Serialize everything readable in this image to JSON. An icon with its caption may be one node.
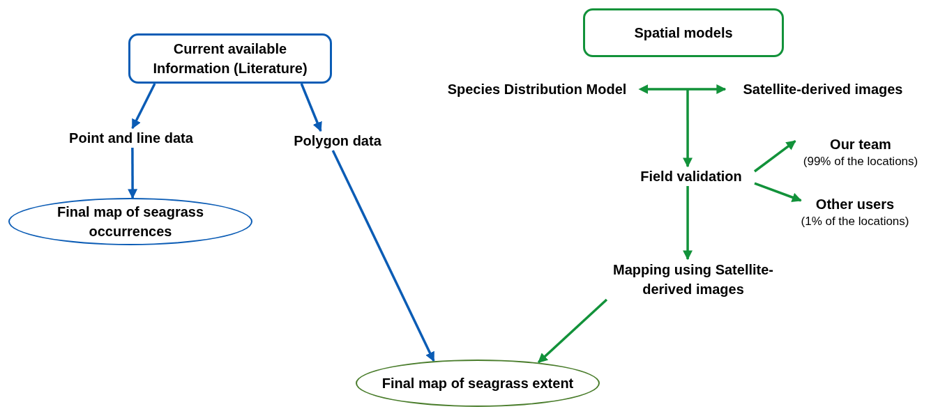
{
  "diagram": {
    "nodes": [
      {
        "text": [
          "Current available Information (Literature)"
        ]
      },
      {
        "text": [
          "Point and line data"
        ]
      },
      {
        "text": [
          "Polygon data"
        ]
      },
      {
        "text": [
          "Final map of seagrass occurrences"
        ]
      },
      {
        "text": [
          "Spatial models"
        ]
      },
      {
        "text": [
          "Species Distribution Model"
        ]
      },
      {
        "text": [
          "Satellite-derived images"
        ]
      },
      {
        "text": [
          "Field validation"
        ]
      },
      {
        "text": [
          "Our team",
          "(99% of the locations)"
        ]
      },
      {
        "text": [
          "Other users",
          "(1% of the locations)"
        ]
      },
      {
        "text": [
          "Mapping using Satellite-derived images"
        ]
      },
      {
        "text": [
          "Final map of seagrass extent"
        ]
      }
    ],
    "edges": [
      {
        "from": 0,
        "to": 1,
        "arrow": "to",
        "color": "#0b5cb5"
      },
      {
        "from": 0,
        "to": 2,
        "arrow": "to",
        "color": "#0b5cb5"
      },
      {
        "from": 1,
        "to": 3,
        "arrow": "to",
        "color": "#0b5cb5"
      },
      {
        "from": 2,
        "to": 11,
        "arrow": "to",
        "color": "#0b5cb5"
      },
      {
        "from": 10,
        "to": 11,
        "arrow": "to"
      },
      {
        "from": 5,
        "to": 6,
        "arrow": "both"
      },
      {
        "from": null,
        "to": 7,
        "arrow": "to"
      },
      {
        "from": 7,
        "to": 8,
        "arrow": "to"
      },
      {
        "from": 7,
        "to": 9,
        "arrow": "to"
      },
      {
        "from": 7,
        "to": 10,
        "arrow": "to"
      }
    ]
  }
}
